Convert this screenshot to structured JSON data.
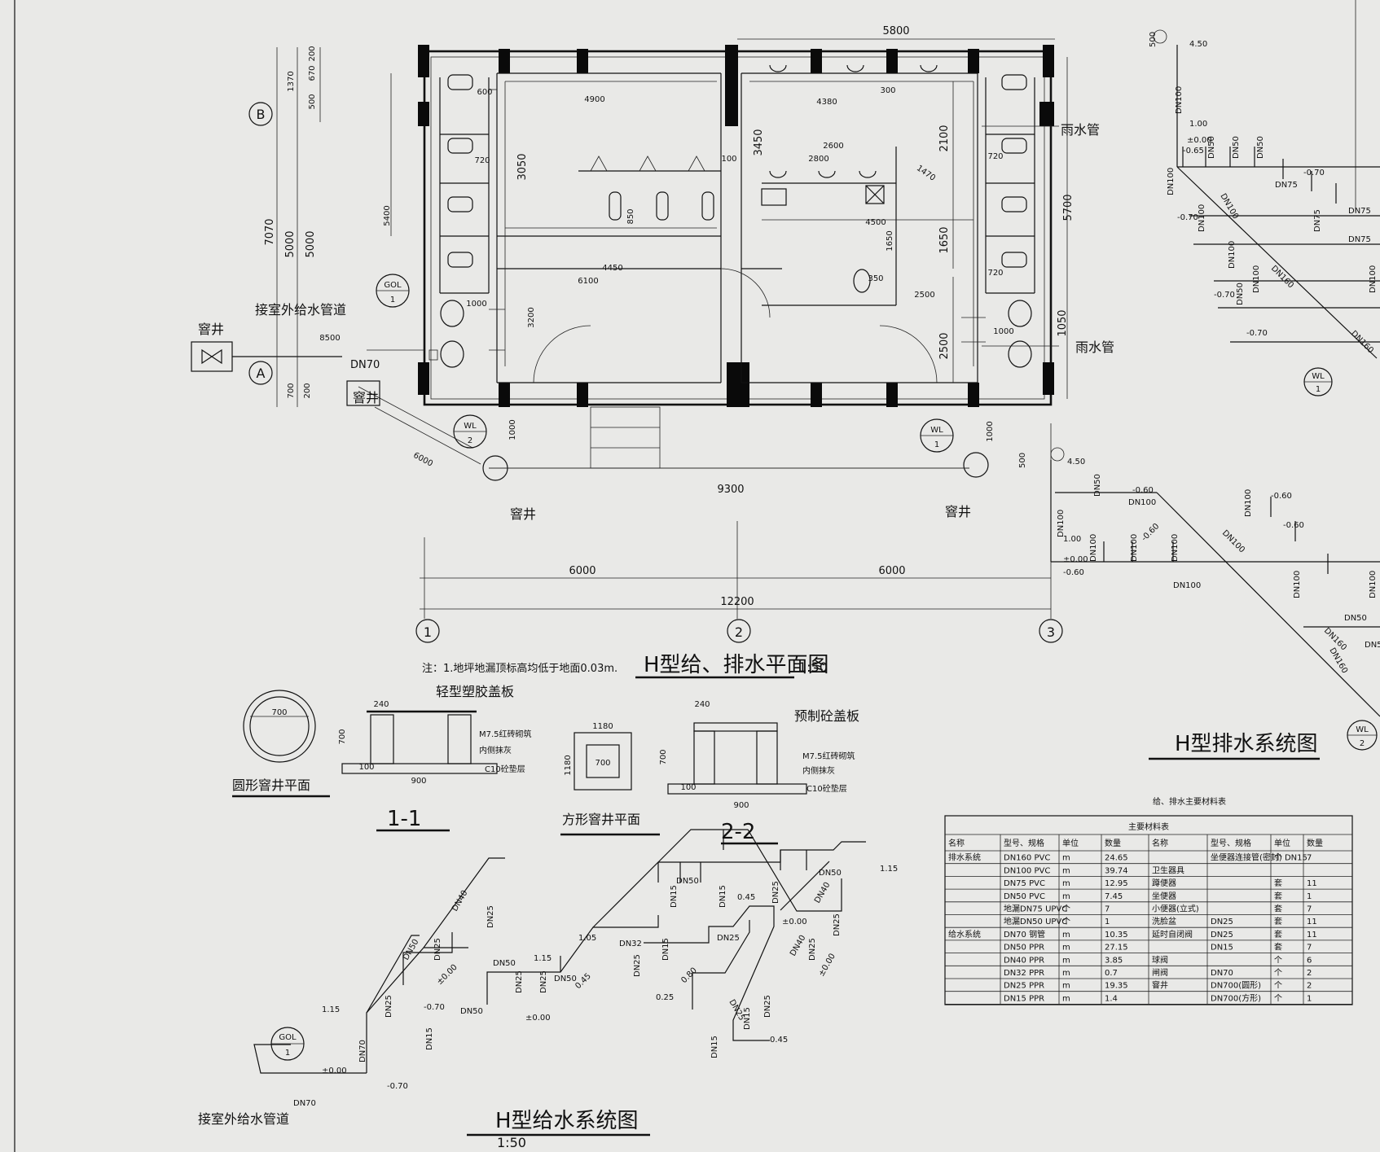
{
  "plan": {
    "title": "H型给、排水平面图",
    "scale": "1:50",
    "note": "注：1.地坪地漏顶标高均低于地面0.03m.",
    "labels": {
      "rain_pipe_1": "雨水管",
      "rain_pipe_2": "雨水管",
      "well_1": "窨井",
      "well_2": "窨井",
      "well_3": "窨井",
      "well_4": "窨井",
      "connect_outdoor": "接室外给水管道",
      "dn70": "DN70"
    },
    "axes": {
      "b": "B",
      "a": "A",
      "c1": "1",
      "c2": "2",
      "c3": "3"
    },
    "tags": [
      {
        "top": "GOL",
        "bottom": "1"
      },
      {
        "top": "WL",
        "bottom": "2"
      },
      {
        "top": "WL",
        "bottom": "1"
      }
    ],
    "dims": {
      "d5800": "5800",
      "d4900": "4900",
      "d4380": "4380",
      "d3050": "3050",
      "d3450": "3450",
      "d2100": "2100",
      "d5700": "5700",
      "d2600": "2600",
      "d2800": "2800",
      "d5400": "5400",
      "d7070": "7070",
      "d5000a": "5000",
      "d5000b": "5000",
      "d1370": "1370",
      "d200": "200",
      "d670": "670",
      "d500": "500",
      "d4450": "4450",
      "d6100": "6100",
      "d3200": "3200",
      "d1650a": "1650",
      "d1650b": "1650",
      "d2500a": "2500",
      "d2500b": "2500",
      "d1050": "1050",
      "d8500": "8500",
      "d700": "700",
      "d200b": "200",
      "d6000s": "6000",
      "d1000a": "1000",
      "d1000b": "1000",
      "d9300": "9300",
      "d6000a": "6000",
      "d6000b": "6000",
      "d12200": "12200",
      "d300": "300",
      "d720a": "720",
      "d720b": "720",
      "d720c": "720",
      "d600": "600",
      "d850": "850",
      "d4500": "4500",
      "d350": "350",
      "d1470": "1470",
      "d100": "100",
      "d1000c": "1000",
      "d1000d": "1000"
    }
  },
  "details": {
    "round_well_title": "圆形窨井平面",
    "round_well_dim": "700",
    "section11_title": "1-1",
    "section22_title": "2-2",
    "square_well_title": "方形窨井平面",
    "plastic_cover": "轻型塑胶盖板",
    "precast_cover": "预制砼盖板",
    "brick_1": "M7.5红砖砌筑",
    "brick_2": "M7.5红砖砌筑",
    "plaster_1": "内侧抹灰",
    "plaster_2": "内侧抹灰",
    "base_1": "C10砼垫层",
    "base_2": "C10砼垫层",
    "d240a": "240",
    "d240b": "240",
    "d900a": "900",
    "d900b": "900",
    "d700a": "700",
    "d700b": "700",
    "d100a": "100",
    "d100b": "100",
    "d1180a": "1180",
    "d1180b": "1180",
    "d700c": "700"
  },
  "drain_system": {
    "title": "H型排水系统图",
    "tag": {
      "top": "WL",
      "bottom": "2"
    },
    "tag2": {
      "top": "WL",
      "bottom": "1"
    },
    "labels": [
      "500",
      "4.50",
      "DN100",
      "1.00",
      "±0.00",
      "-0.65",
      "DN50",
      "DN50",
      "DN50",
      "-0.70",
      "DN75",
      "DN100",
      "DN100",
      "-0.70",
      "DN100",
      "DN75",
      "DN75",
      "DN75",
      "DN100",
      "DN160",
      "-0.70",
      "DN50",
      "DN100",
      "-0.70",
      "DN160",
      "DN100"
    ],
    "labels2": [
      "500",
      "4.50",
      "DN50",
      "-0.60",
      "DN100",
      "DN100",
      "-0.60",
      "DN100",
      "-0.60",
      "DN100",
      "1.00",
      "±0.00",
      "-0.60",
      "DN100",
      "DN100",
      "DN100",
      "DN100",
      "-0.60",
      "DN100",
      "DN50",
      "DN160",
      "DN160",
      "DN100",
      "DN5"
    ]
  },
  "water_system": {
    "title": "H型给水系统图",
    "scale": "1:50",
    "tag": {
      "top": "GOL",
      "bottom": "1"
    },
    "connect": "接室外给水管道",
    "labels": [
      "DN50",
      "DN50",
      "1.15",
      "DN15",
      "DN15",
      "0.45",
      "DN25",
      "DN40",
      "±0.00",
      "DN40",
      "DN25",
      "DN50",
      "DN25",
      "±0.00",
      "DN50",
      "1.15",
      "DN25",
      "DN25",
      "DN50",
      "-0.70",
      "DN50",
      "±0.00",
      "DN25",
      "1.15",
      "DN15",
      "DN70",
      "±0.00",
      "-0.70",
      "DN70",
      "1.05",
      "DN32",
      "DN25",
      "DN15",
      "DN25",
      "0.45",
      "0.80",
      "0.25",
      "DN25",
      "DN15",
      "DN25",
      "DN15",
      "0.45",
      "DN40",
      "DN25",
      "DN25",
      "±0.00"
    ]
  },
  "materials": {
    "caption": "给、排水主要材料表",
    "header_span": "主要材料表",
    "columns": [
      "名称",
      "型号、规格",
      "单位",
      "数量",
      "名称",
      "型号、规格",
      "单位",
      "数量"
    ],
    "rows": [
      [
        "排水系统",
        "DN160 PVC",
        "m",
        "24.65",
        "",
        "坐便器连接管(密封) DN15",
        "个",
        "7"
      ],
      [
        "",
        "DN100 PVC",
        "m",
        "39.74",
        "卫生器具",
        "",
        "",
        ""
      ],
      [
        "",
        "DN75 PVC",
        "m",
        "12.95",
        "蹲便器",
        "",
        "套",
        "11"
      ],
      [
        "",
        "DN50 PVC",
        "m",
        "7.45",
        "坐便器",
        "",
        "套",
        "1"
      ],
      [
        "",
        "地漏DN75 UPVC",
        "个",
        "7",
        "小便器(立式)",
        "",
        "套",
        "7"
      ],
      [
        "",
        "地漏DN50 UPVC",
        "个",
        "1",
        "洗脸盆",
        "DN25",
        "套",
        "11"
      ],
      [
        "给水系统",
        "DN70 钢管",
        "m",
        "10.35",
        "延时自闭阀",
        "DN25",
        "套",
        "11"
      ],
      [
        "",
        "DN50 PPR",
        "m",
        "27.15",
        "",
        "DN15",
        "套",
        "7"
      ],
      [
        "",
        "DN40 PPR",
        "m",
        "3.85",
        "球阀",
        "",
        "个",
        "6"
      ],
      [
        "",
        "DN32 PPR",
        "m",
        "0.7",
        "闸阀",
        "DN70",
        "个",
        "2"
      ],
      [
        "",
        "DN25 PPR",
        "m",
        "19.35",
        "窨井",
        "DN700(圆形)",
        "个",
        "2"
      ],
      [
        "",
        "DN15 PPR",
        "m",
        "1.4",
        "",
        "DN700(方形)",
        "个",
        "1"
      ]
    ]
  }
}
